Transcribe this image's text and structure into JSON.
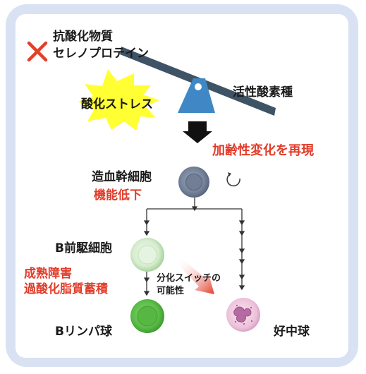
{
  "antioxidant": {
    "line1": "抗酸化物質",
    "line2": "セレノプロテイン",
    "cross_icon": "x-mark-icon",
    "cross_color": "#e2402a"
  },
  "ros_label": "活性酸素種",
  "stress_label": "酸化ストレス",
  "result_label": "加齢性変化を再現",
  "hsc": {
    "name": "造血幹細胞",
    "note": "機能低下"
  },
  "preb": {
    "name": "B前駆細胞",
    "note_line1": "成熟障害",
    "note_line2": "過酸化脂質蓄積"
  },
  "switch_label": {
    "line1": "分化スイッチの",
    "line2": "可能性"
  },
  "bcell_label": "Bリンパ球",
  "neutrophil_label": "好中球",
  "colors": {
    "accent_red": "#e23c2a",
    "frame": "#d9e2f3",
    "beam": "#3f5366",
    "fulcrum": "#3f88c5",
    "burst": "#ffff33"
  }
}
